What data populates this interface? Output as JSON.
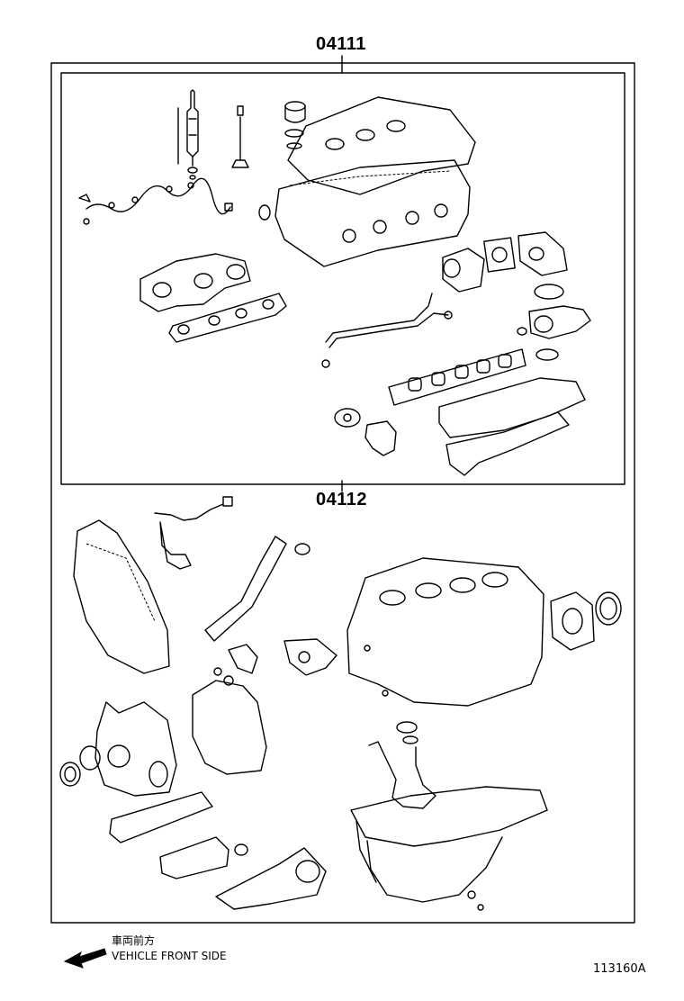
{
  "diagram": {
    "callouts": {
      "set_upper": "04111",
      "set_lower": "04112"
    },
    "legend": {
      "direction_jp": "車両前方",
      "direction_en": "VEHICLE FRONT SIDE",
      "arrow_icon": "left-arrow-icon"
    },
    "figure_number": "113160A"
  }
}
